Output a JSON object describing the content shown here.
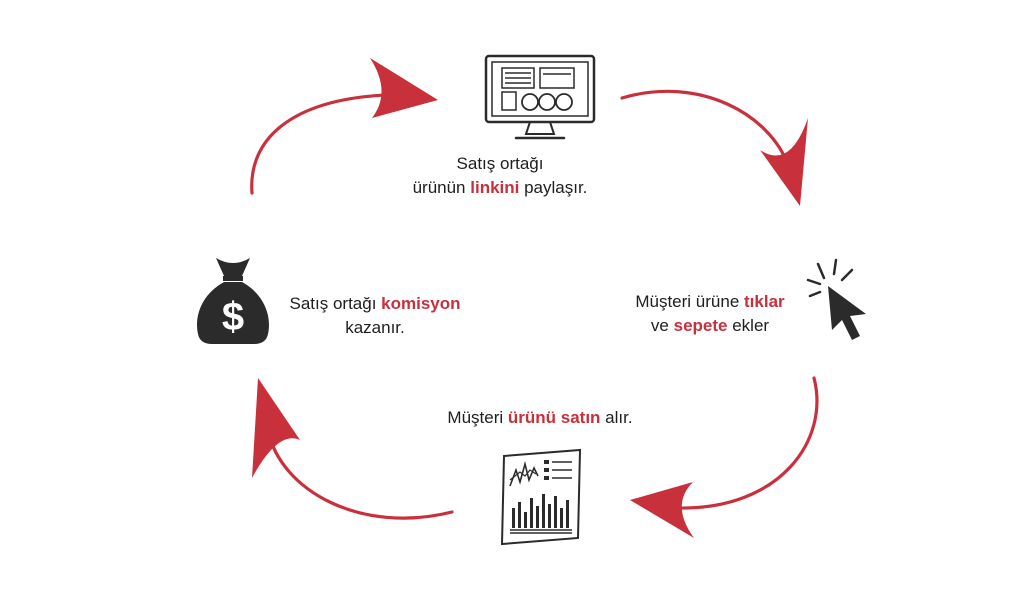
{
  "colors": {
    "accent": "#c8303c",
    "text": "#1e1e1e",
    "icon": "#2b2b2b",
    "background": "#ffffff"
  },
  "steps": {
    "share": {
      "line1": "Satış ortağı",
      "line2_before": "ürünün ",
      "line2_highlight": "linkini",
      "line2_after": " paylaşır.",
      "icon": "monitor-webpage-icon"
    },
    "click": {
      "line1_before": "Müşteri ürüne ",
      "line1_highlight": "tıklar",
      "line2_before": "ve ",
      "line2_highlight": "sepete",
      "line2_after": " ekler",
      "icon": "mouse-cursor-click-icon"
    },
    "buy": {
      "line1_before": "Müşteri ",
      "line1_highlight": "ürünü satın",
      "line1_after": " alır.",
      "icon": "report-chart-icon"
    },
    "earn": {
      "line1_before": "Satış ortağı ",
      "line1_highlight": "komisyon",
      "line2": "kazanır.",
      "icon": "money-bag-icon",
      "currency_symbol": "$"
    }
  }
}
